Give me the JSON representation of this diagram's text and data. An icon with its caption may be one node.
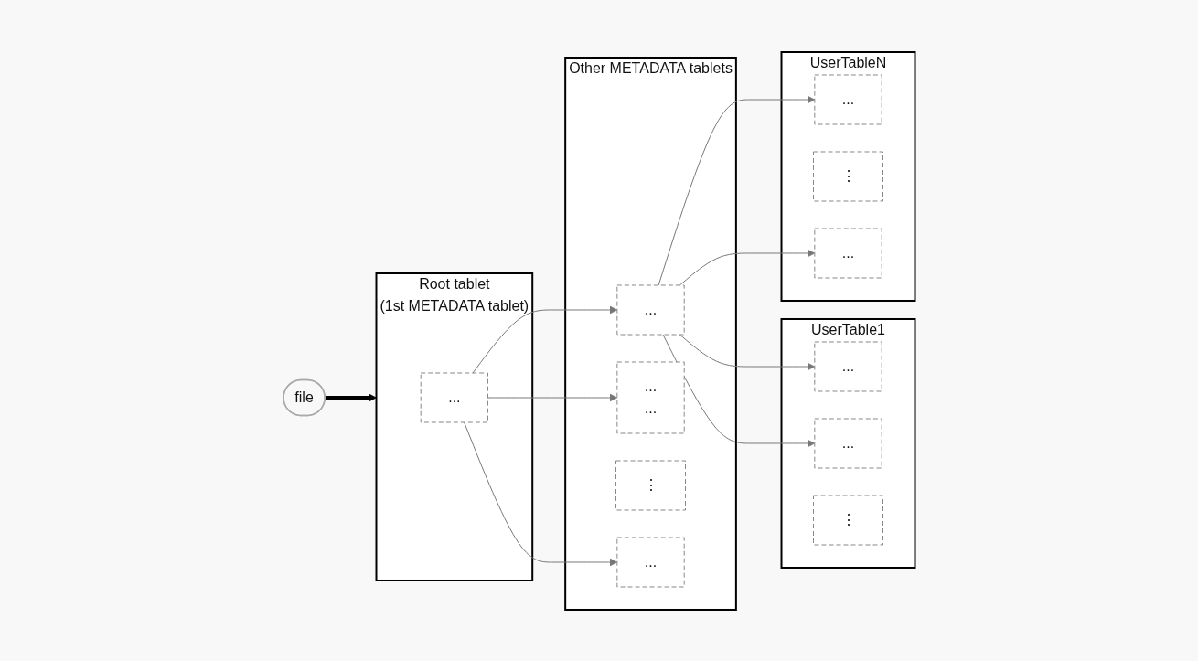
{
  "diagram": {
    "nodes": [
      {
        "text": [
          "file"
        ]
      },
      {
        "text": [
          "Root tablet",
          "(1st METADATA tablet)"
        ]
      },
      {
        "text": [
          "..."
        ],
        "in": 1
      },
      {
        "text": [
          "Other METADATA tablets"
        ]
      },
      {
        "text": [
          "..."
        ],
        "in": 3
      },
      {
        "text": [
          "...",
          "..."
        ],
        "in": 3
      },
      {
        "text": [
          "⋮"
        ],
        "in": 3
      },
      {
        "text": [
          "..."
        ],
        "in": 3
      },
      {
        "text": [
          "UserTable1"
        ]
      },
      {
        "text": [
          "..."
        ],
        "in": 8
      },
      {
        "text": [
          "..."
        ],
        "in": 8
      },
      {
        "text": [
          "⋮"
        ],
        "in": 8
      },
      {
        "text": [
          "UserTableN"
        ]
      },
      {
        "text": [
          "..."
        ],
        "in": 12
      },
      {
        "text": [
          "⋮"
        ],
        "in": 12
      },
      {
        "text": [
          "..."
        ],
        "in": 12
      }
    ],
    "edges": [
      {
        "from": 0,
        "to": 1,
        "arrow": "to",
        "style": "thick",
        "color": "#000000"
      },
      {
        "from": 2,
        "to": 4,
        "arrow": "to"
      },
      {
        "from": 2,
        "to": 5,
        "arrow": "to"
      },
      {
        "from": 2,
        "to": 7,
        "arrow": "to"
      },
      {
        "from": 4,
        "to": 9,
        "arrow": "to"
      },
      {
        "from": 4,
        "to": 10,
        "arrow": "to"
      },
      {
        "from": 4,
        "to": 13,
        "arrow": "to"
      },
      {
        "from": 4,
        "to": 15,
        "arrow": "to"
      }
    ]
  }
}
